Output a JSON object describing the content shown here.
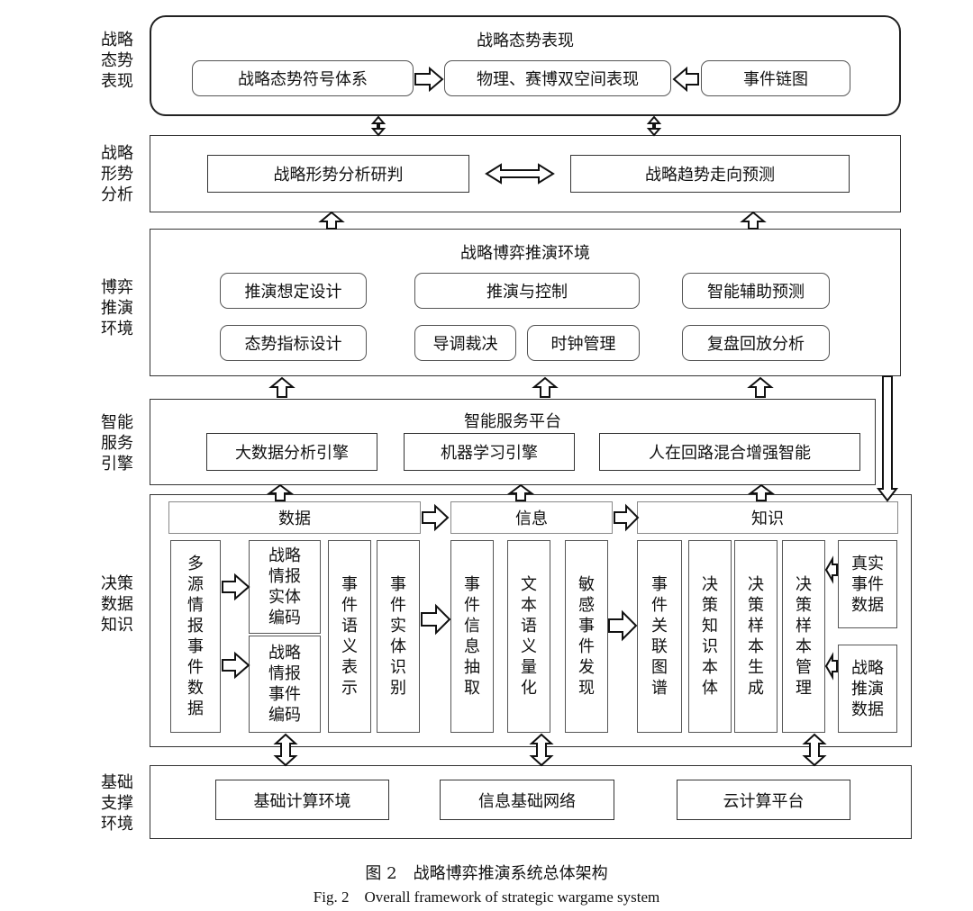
{
  "side_labels": {
    "l1": "战略态势表现",
    "l2": "战略形势分析",
    "l3": "博弈推演环境",
    "l4": "智能服务引擎",
    "l5": "决策数据知识",
    "l6": "基础支撑环境"
  },
  "layer1": {
    "title": "战略态势表现",
    "box1": "战略态势符号体系",
    "box2": "物理、赛博双空间表现",
    "box3": "事件链图"
  },
  "layer2": {
    "box1": "战略形势分析研判",
    "box2": "战略趋势走向预测"
  },
  "layer3": {
    "title": "战略博弈推演环境",
    "box1": "推演想定设计",
    "box2": "推演与控制",
    "box3": "智能辅助预测",
    "box4": "态势指标设计",
    "box5": "导调裁决",
    "box6": "时钟管理",
    "box7": "复盘回放分析"
  },
  "layer4": {
    "title": "智能服务平台",
    "box1": "大数据分析引擎",
    "box2": "机器学习引擎",
    "box3": "人在回路混合增强智能"
  },
  "layer5": {
    "h_data": "数据",
    "h_info": "信息",
    "h_know": "知识",
    "c1": "多源情报事件数据",
    "c2a": "战略情报实体编码",
    "c2b": "战略情报事件编码",
    "c3": "事件语义表示",
    "c4": "事件实体识别",
    "c5": "事件信息抽取",
    "c6": "文本语义量化",
    "c7": "敏感事件发现",
    "c8": "事件关联图谱",
    "c9": "决策知识本体",
    "c10": "决策样本生成",
    "c11": "决策样本管理",
    "c12": "真实事件数据",
    "c13": "战略推演数据"
  },
  "layer6": {
    "box1": "基础计算环境",
    "box2": "信息基础网络",
    "box3": "云计算平台"
  },
  "caption": {
    "zh": "图 2　战略博弈推演系统总体架构",
    "en": "Fig. 2　Overall framework of strategic wargame system"
  }
}
